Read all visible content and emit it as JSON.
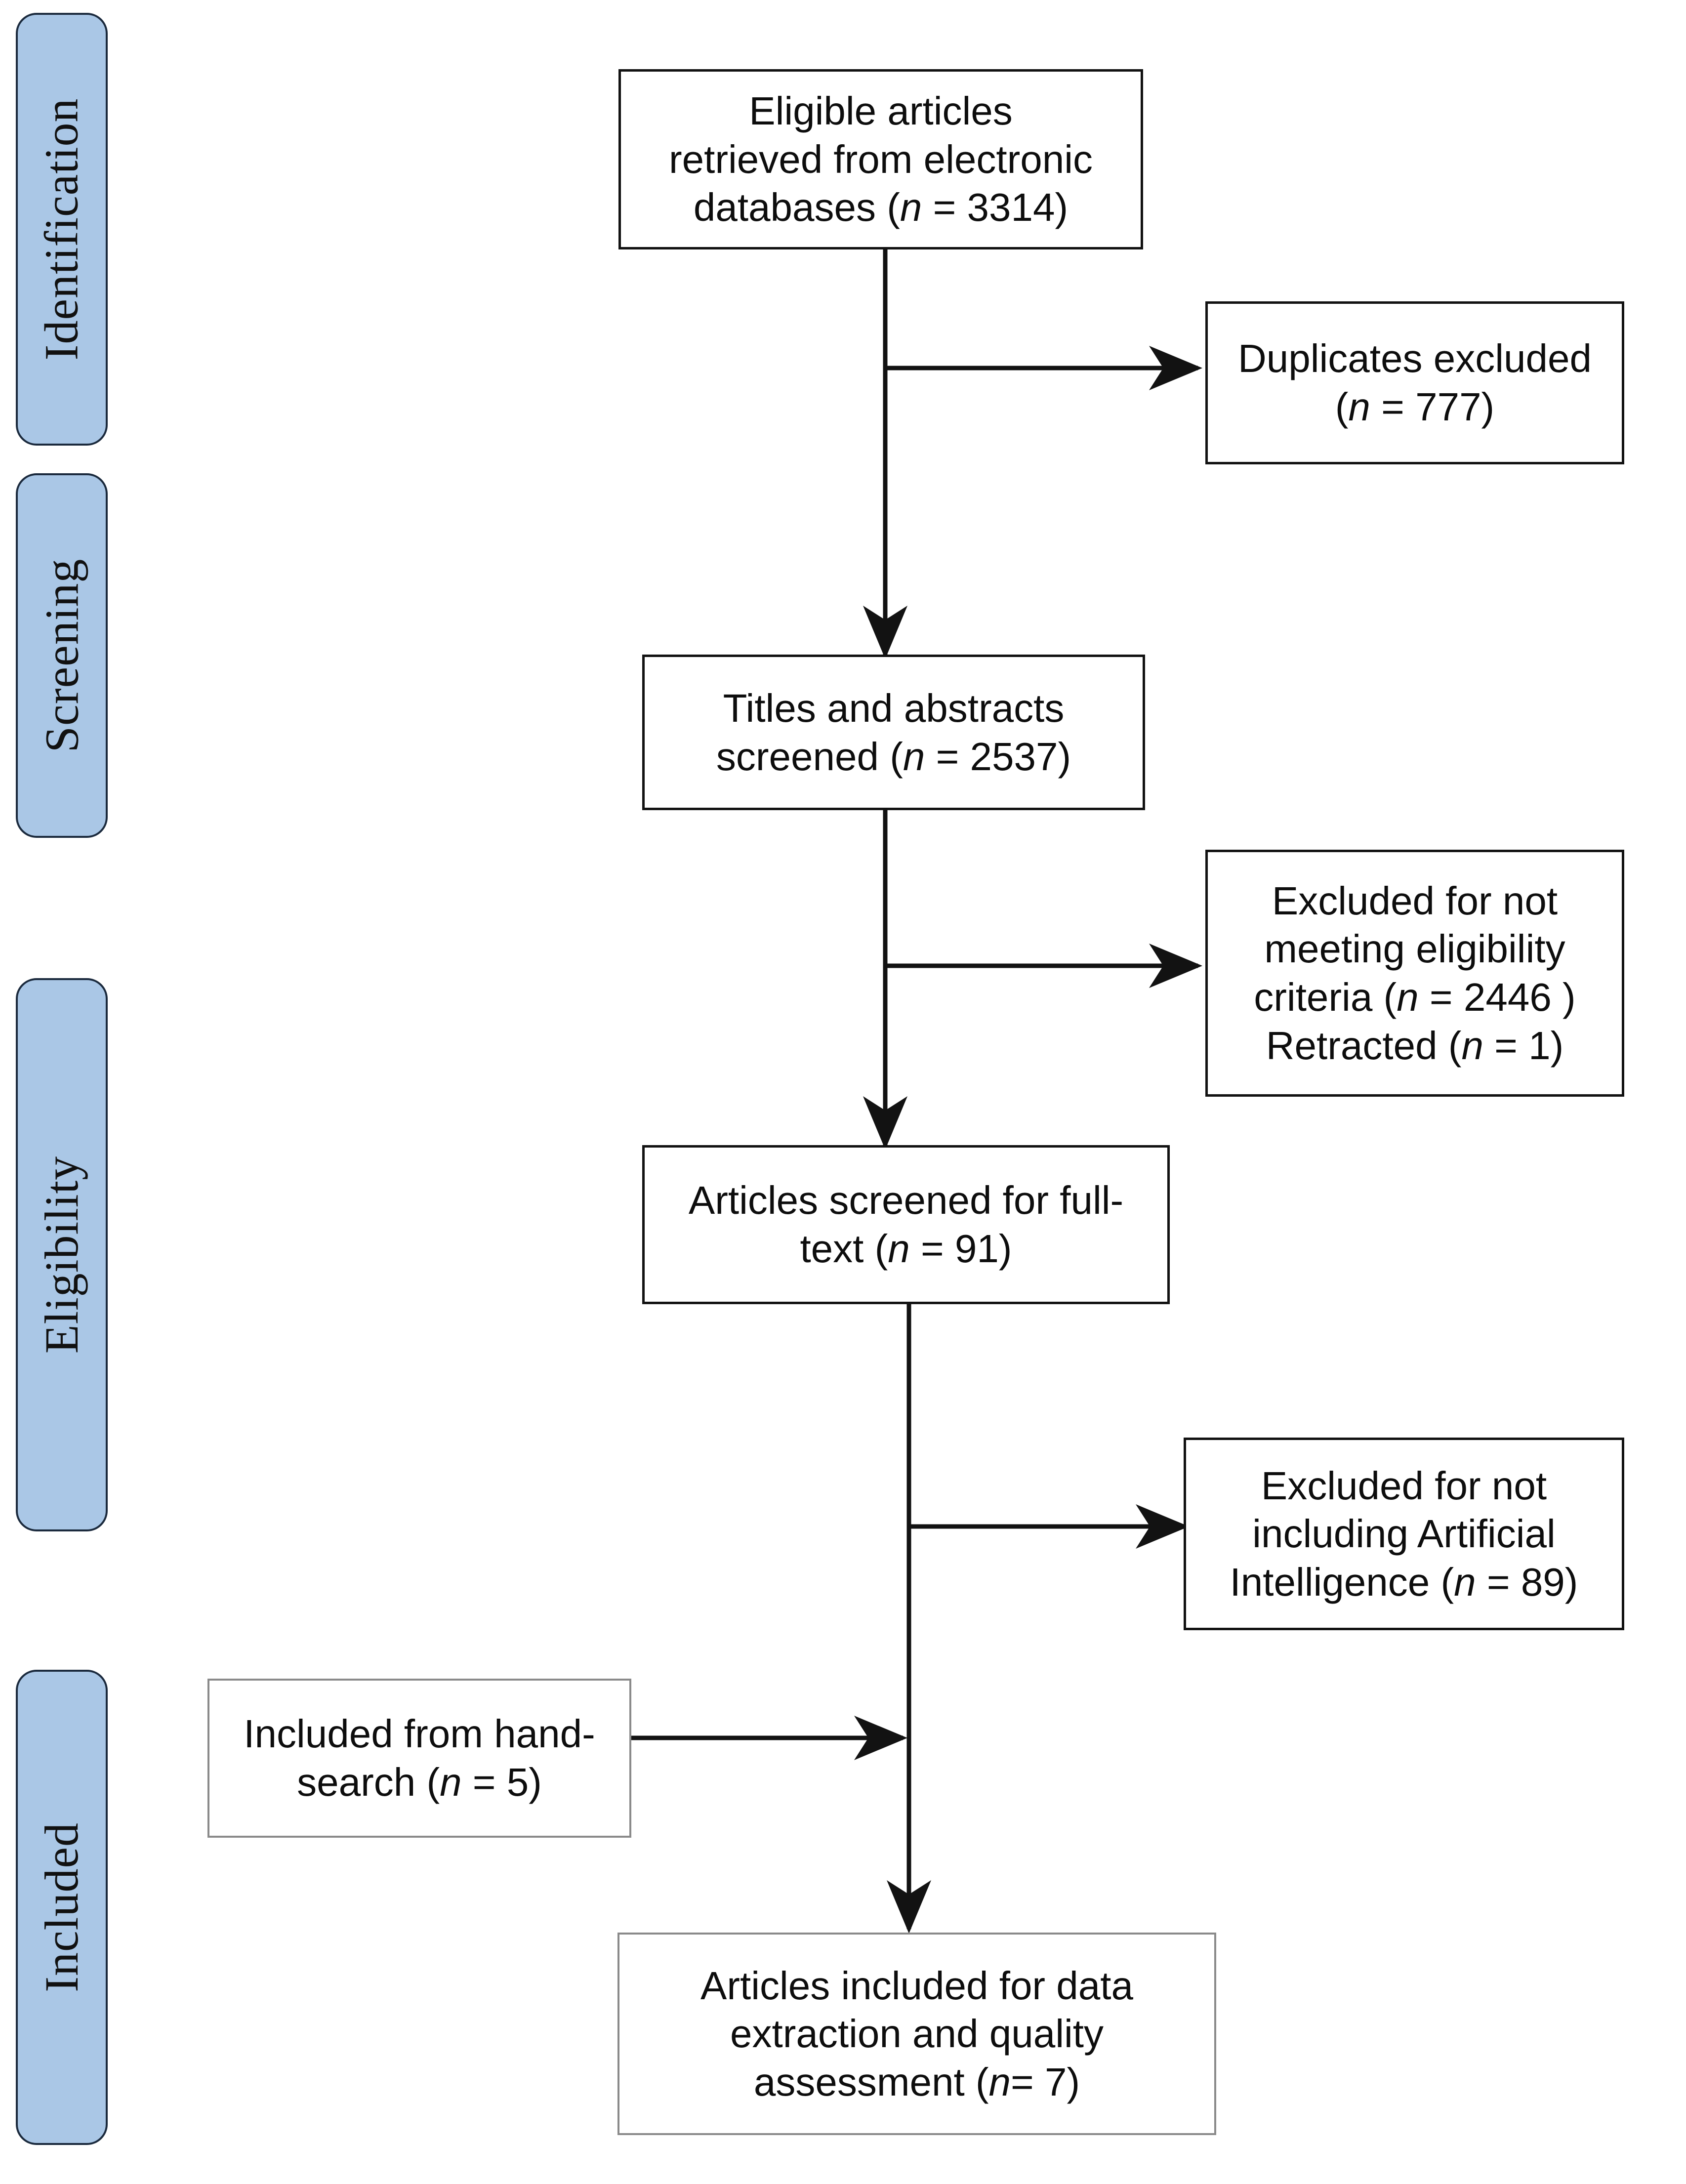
{
  "diagram": {
    "type": "prisma-flow-diagram",
    "accent_color": "#aac7e6",
    "line_color": "#121212",
    "stages": [
      {
        "id": "identification",
        "label": "Identification"
      },
      {
        "id": "screening",
        "label": "Screening"
      },
      {
        "id": "eligibility",
        "label": "Eligibility"
      },
      {
        "id": "included",
        "label": "Included"
      }
    ],
    "nodes": [
      {
        "id": "records-identified",
        "stage": "identification",
        "text": "Eligible articles\nretrieved from electronic\ndatabases (n = 3314)",
        "count": 3314
      },
      {
        "id": "duplicates-excluded",
        "stage": "identification",
        "text": "Duplicates excluded\n(n = 777)",
        "count": 777
      },
      {
        "id": "titles-abstracts-screened",
        "stage": "screening",
        "text": "Titles and abstracts\nscreened (n = 2537)",
        "count": 2537
      },
      {
        "id": "excluded-not-eligible",
        "stage": "screening",
        "text": "Excluded for not\nmeeting eligibility\ncriteria (n = 2446 )\nRetracted (n = 1)",
        "count": 2446,
        "retracted": 1
      },
      {
        "id": "full-text-screened",
        "stage": "eligibility",
        "text": "Articles screened for full-\ntext (n = 91)",
        "count": 91
      },
      {
        "id": "excluded-no-ai",
        "stage": "eligibility",
        "text": "Excluded for not\nincluding Artificial\nIntelligence (n = 89)",
        "count": 89
      },
      {
        "id": "hand-search",
        "stage": "included",
        "text": "Included from hand-\nsearch (n = 5)",
        "count": 5
      },
      {
        "id": "articles-included",
        "stage": "included",
        "text": "Articles included for data\nextraction and quality\nassessment (n= 7)",
        "count": 7
      }
    ],
    "edges": [
      {
        "from": "records-identified",
        "to": "duplicates-excluded",
        "direction": "right"
      },
      {
        "from": "records-identified",
        "to": "titles-abstracts-screened",
        "direction": "down"
      },
      {
        "from": "titles-abstracts-screened",
        "to": "excluded-not-eligible",
        "direction": "right"
      },
      {
        "from": "titles-abstracts-screened",
        "to": "full-text-screened",
        "direction": "down"
      },
      {
        "from": "full-text-screened",
        "to": "excluded-no-ai",
        "direction": "right"
      },
      {
        "from": "hand-search",
        "to": "articles-included",
        "direction": "right-then-down"
      },
      {
        "from": "full-text-screened",
        "to": "articles-included",
        "direction": "down"
      }
    ]
  }
}
